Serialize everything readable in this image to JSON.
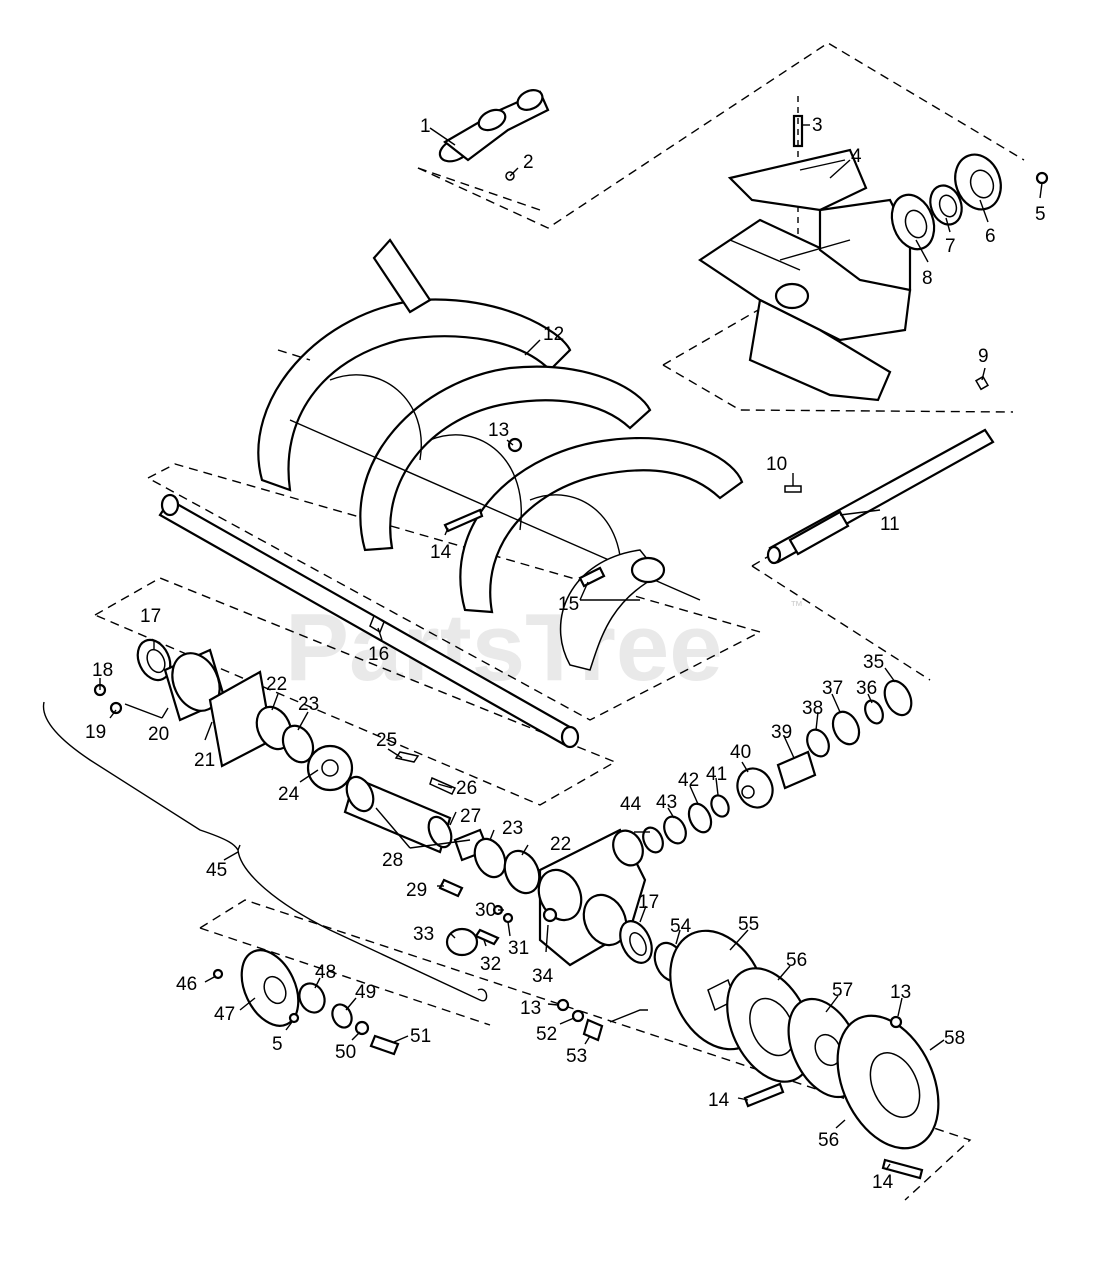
{
  "diagram": {
    "watermark": "PartsTree",
    "trademark": "™",
    "callouts": [
      {
        "id": "c1",
        "label": "1"
      },
      {
        "id": "c2",
        "label": "2"
      },
      {
        "id": "c3",
        "label": "3"
      },
      {
        "id": "c4",
        "label": "4"
      },
      {
        "id": "c5a",
        "label": "5"
      },
      {
        "id": "c6",
        "label": "6"
      },
      {
        "id": "c7",
        "label": "7"
      },
      {
        "id": "c8",
        "label": "8"
      },
      {
        "id": "c9",
        "label": "9"
      },
      {
        "id": "c10",
        "label": "10"
      },
      {
        "id": "c11",
        "label": "11"
      },
      {
        "id": "c12",
        "label": "12"
      },
      {
        "id": "c13a",
        "label": "13"
      },
      {
        "id": "c14a",
        "label": "14"
      },
      {
        "id": "c15",
        "label": "15"
      },
      {
        "id": "c16",
        "label": "16"
      },
      {
        "id": "c17a",
        "label": "17"
      },
      {
        "id": "c18",
        "label": "18"
      },
      {
        "id": "c19",
        "label": "19"
      },
      {
        "id": "c20",
        "label": "20"
      },
      {
        "id": "c21",
        "label": "21"
      },
      {
        "id": "c22a",
        "label": "22"
      },
      {
        "id": "c23a",
        "label": "23"
      },
      {
        "id": "c24",
        "label": "24"
      },
      {
        "id": "c25",
        "label": "25"
      },
      {
        "id": "c26",
        "label": "26"
      },
      {
        "id": "c27",
        "label": "27"
      },
      {
        "id": "c28",
        "label": "28"
      },
      {
        "id": "c23b",
        "label": "23"
      },
      {
        "id": "c22b",
        "label": "22"
      },
      {
        "id": "c29",
        "label": "29"
      },
      {
        "id": "c30",
        "label": "30"
      },
      {
        "id": "c31",
        "label": "31"
      },
      {
        "id": "c32",
        "label": "32"
      },
      {
        "id": "c33",
        "label": "33"
      },
      {
        "id": "c34",
        "label": "34"
      },
      {
        "id": "c17b",
        "label": "17"
      },
      {
        "id": "c35",
        "label": "35"
      },
      {
        "id": "c36",
        "label": "36"
      },
      {
        "id": "c37",
        "label": "37"
      },
      {
        "id": "c38",
        "label": "38"
      },
      {
        "id": "c39",
        "label": "39"
      },
      {
        "id": "c40",
        "label": "40"
      },
      {
        "id": "c41",
        "label": "41"
      },
      {
        "id": "c42",
        "label": "42"
      },
      {
        "id": "c43",
        "label": "43"
      },
      {
        "id": "c44",
        "label": "44"
      },
      {
        "id": "c45",
        "label": "45"
      },
      {
        "id": "c46",
        "label": "46"
      },
      {
        "id": "c47",
        "label": "47"
      },
      {
        "id": "c48",
        "label": "48"
      },
      {
        "id": "c49",
        "label": "49"
      },
      {
        "id": "c50",
        "label": "50"
      },
      {
        "id": "c51",
        "label": "51"
      },
      {
        "id": "c5b",
        "label": "5"
      },
      {
        "id": "c13b",
        "label": "13"
      },
      {
        "id": "c52",
        "label": "52"
      },
      {
        "id": "c53",
        "label": "53"
      },
      {
        "id": "c54",
        "label": "54"
      },
      {
        "id": "c55",
        "label": "55"
      },
      {
        "id": "c56a",
        "label": "56"
      },
      {
        "id": "c57",
        "label": "57"
      },
      {
        "id": "c13c",
        "label": "13"
      },
      {
        "id": "c58",
        "label": "58"
      },
      {
        "id": "c14b",
        "label": "14"
      },
      {
        "id": "c56b",
        "label": "56"
      },
      {
        "id": "c14c",
        "label": "14"
      }
    ]
  }
}
